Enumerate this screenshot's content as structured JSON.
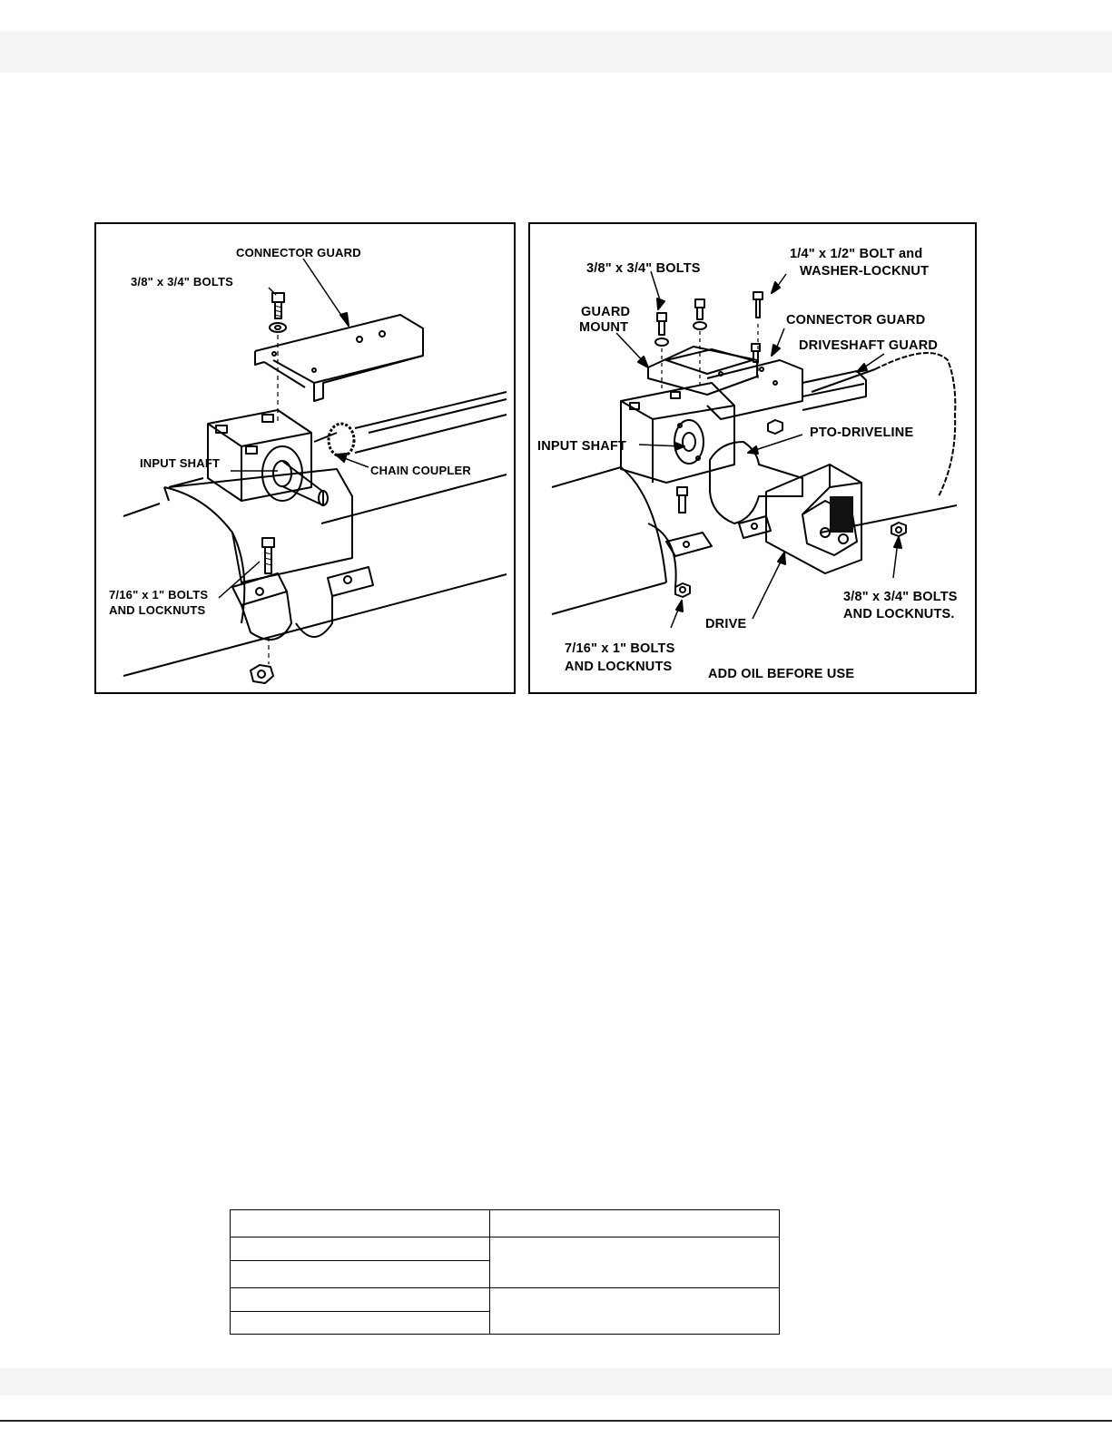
{
  "figure_left": {
    "labels": {
      "connector_guard": "CONNECTOR GUARD",
      "bolts_small": "3/8\" x 3/4\" BOLTS",
      "input_shaft": "INPUT SHAFT",
      "chain_coupler": "CHAIN COUPLER",
      "bolts_locknuts_line1": "7/16\" x 1\" BOLTS",
      "bolts_locknuts_line2": "AND LOCKNUTS"
    }
  },
  "figure_right": {
    "labels": {
      "bolts_top": "3/8\" x 3/4\" BOLTS",
      "bolt_washer_line1": "1/4\" x 1/2\" BOLT and",
      "bolt_washer_line2": "WASHER-LOCKNUT",
      "guard_mount_line1": "GUARD",
      "guard_mount_line2": "MOUNT",
      "connector_guard": "CONNECTOR GUARD",
      "driveshaft_guard": "DRIVESHAFT GUARD",
      "input_shaft": "INPUT SHAFT",
      "pto_driveline": "PTO-DRIVELINE",
      "bolts_locknuts_right_line1": "3/8\" x 3/4\" BOLTS",
      "bolts_locknuts_right_line2": "AND LOCKNUTS.",
      "drive": "DRIVE",
      "bolts_bottom_line1": "7/16\" x 1\" BOLTS",
      "bolts_bottom_line2": "AND LOCKNUTS",
      "add_oil": "ADD OIL BEFORE USE"
    }
  },
  "table": {
    "rows": [
      [
        "",
        ""
      ],
      [
        "",
        ""
      ],
      [
        ""
      ],
      [
        "",
        ""
      ],
      [
        ""
      ]
    ]
  }
}
